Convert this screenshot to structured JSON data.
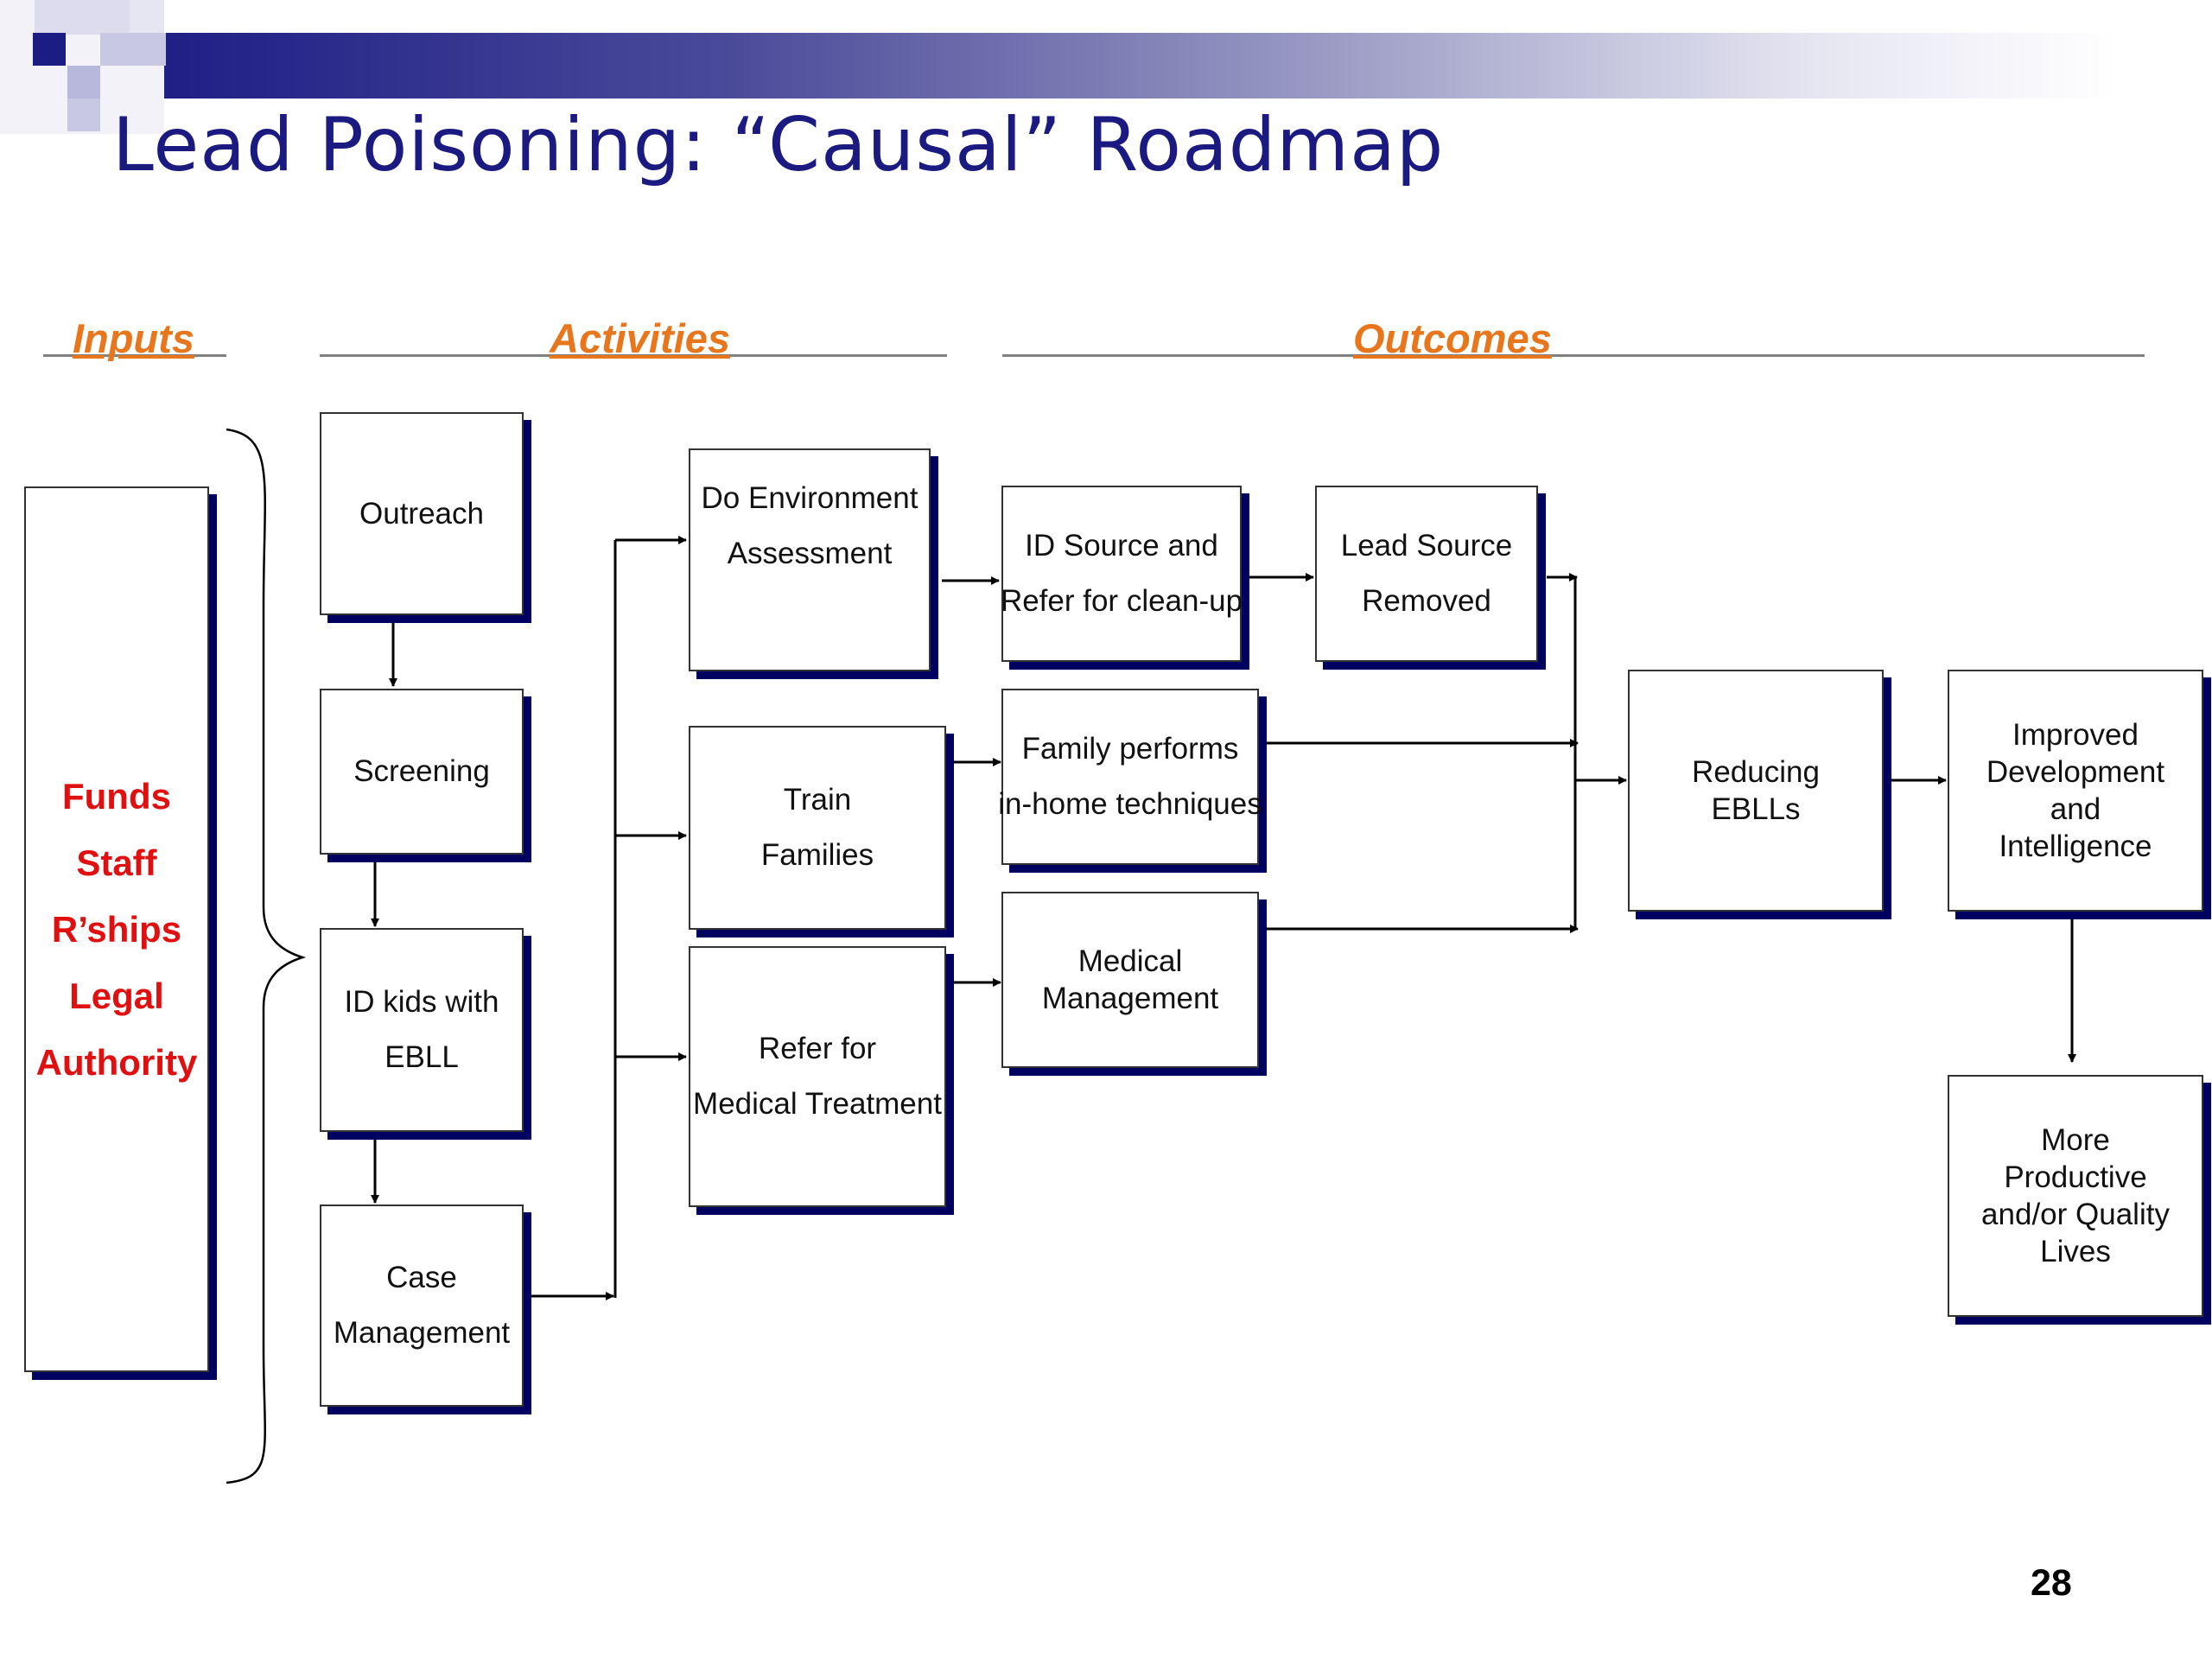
{
  "title": "Lead Poisoning: “Causal” Roadmap",
  "sections": {
    "inputs": "Inputs",
    "activities": "Activities",
    "outcomes": "Outcomes"
  },
  "inputs": [
    "Funds",
    "Staff",
    "R’ships",
    "Legal",
    "Authority"
  ],
  "activities_col1": {
    "outreach": [
      "Outreach"
    ],
    "screening": [
      "Screening"
    ],
    "id_kids": [
      "ID kids with",
      "EBLL"
    ],
    "case_management": [
      "Case",
      "Management"
    ]
  },
  "activities_col2": {
    "environment": [
      "Do Environment",
      "Assessment"
    ],
    "train": [
      "Train",
      "Families"
    ],
    "refer": [
      "Refer for",
      "Medical Treatment"
    ]
  },
  "outcomes": {
    "id_source": [
      "ID Source and",
      "Refer for clean-up"
    ],
    "lead_removed": [
      "Lead Source",
      "Removed"
    ],
    "family_performs": [
      "Family performs",
      "in-home techniques"
    ],
    "medical_management": [
      "Medical",
      "Management"
    ],
    "reducing": [
      "Reducing",
      "EBLLs"
    ],
    "improved": [
      "Improved",
      "Development",
      "and",
      "Intelligence"
    ],
    "productive": [
      "More",
      "Productive",
      "and/or Quality",
      "Lives"
    ]
  },
  "page_number": "28",
  "colors": {
    "title": "#1a1a80",
    "section_label": "#e8761c",
    "inputs_text": "#e01010",
    "box_shadow": "#000060"
  }
}
